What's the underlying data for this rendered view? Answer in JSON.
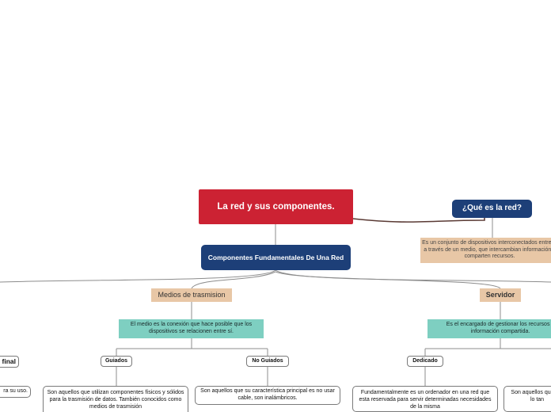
{
  "map": {
    "root": "La red y sus componentes.",
    "question": "¿Qué es la red?",
    "question_answer": "Es un conjunto de dispositivos interconectados entre sí a través de un medio, que intercambian información y comparten recursos.",
    "main": "Componentes Fundamentales De Una Red",
    "medios": {
      "label": "Medios de trasmision",
      "description": "El medio es la conexión que hace posible que los dispositivos se relacionen entre sí.",
      "guiados": {
        "label": "Guiados",
        "description": "Son aquellos que utilizan componentes físicos y sólidos para la trasmisión de datos. También conocidos como medios de trasmisión"
      },
      "no_guiados": {
        "label": "No Guiados",
        "description": "Son aquellos que su característica principal es no usar cable, son inalámbricos."
      }
    },
    "servidor": {
      "label": "Servidor",
      "description": "Es el encargado de gestionar los recursos e información compartida.",
      "dedicado": {
        "label": "Dedicado",
        "description": "Fundamentalmente es un ordenador en una red que esta reservada para servir determinadas necesidades de la misma"
      },
      "right_card": "Son aquellos que por lo tan"
    },
    "left_edge": {
      "partial_label": "final",
      "partial_text": "ra su uso."
    }
  }
}
